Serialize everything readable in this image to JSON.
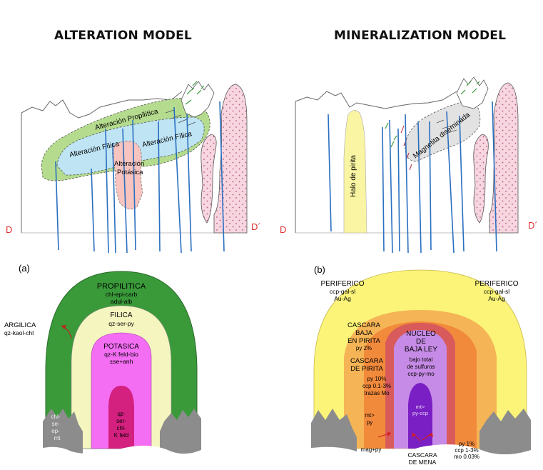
{
  "titles": {
    "left": "ALTERATION MODEL",
    "right": "MINERALIZATION MODEL"
  },
  "colors": {
    "propilitica": "#b5dc8e",
    "filica_cross": "#bfe5f5",
    "potasica_cross": "#f7c4bf",
    "intrusive": "#f7d6e0",
    "pyrite_halo": "#f9f5a3",
    "magnetite": "#e2e2e2",
    "drill": "#2a6fc0",
    "section_label": "#e03030",
    "green_zone": "#3a9a3a",
    "filica_zone": "#f5f5c0",
    "potasica_zone": "#f46ef4",
    "core_zone": "#d4207f",
    "gray_rock": "#8c8c8c",
    "periferico": "#fbf479",
    "cascara": "#f5b556",
    "cascara_pirita": "#f28a3c",
    "nucleo": "#c68be6",
    "nucleo_core": "#7a1fc4"
  },
  "sections": {
    "left": {
      "start": "D",
      "end": "D´",
      "labels": {
        "propilitica": "Alteración Propilítica",
        "filica_left": "Alteración Fílica",
        "filica_right": "Alteración Fílica",
        "potasica_1": "Alteración",
        "potasica_2": "Potásica"
      }
    },
    "right": {
      "start": "D",
      "end": "D´",
      "labels": {
        "halo": "Halo de pirita",
        "magnetita": "Magnetita diseminada"
      }
    }
  },
  "model_a": {
    "tag": "(a)",
    "propilitica": [
      "PROPILITICA",
      "chl-epi-carb",
      "adul-alb"
    ],
    "argilica": [
      "ARGILICA",
      "qz-kaol-chl"
    ],
    "filica": [
      "FILICA",
      "qz-ser-py"
    ],
    "potasica": [
      "POTASICA",
      "qz-K feld-bio",
      "±se+anh"
    ],
    "core": [
      "qz-",
      "ser-",
      "chl-",
      "K feld"
    ],
    "side": [
      "chl-",
      "se-",
      "ep-",
      "mt"
    ]
  },
  "model_b": {
    "tag": "(b)",
    "periferico_left": [
      "PERIFERICO",
      "ccp-gal-sl",
      "Au-Ag"
    ],
    "periferico_right": [
      "PERIFERICO",
      "ccp-gal-sl",
      "Au-Ag"
    ],
    "cascara_baja": [
      "CASCARA",
      "BAJA",
      "EN PIRITA",
      "py 2%"
    ],
    "cascara_pirita": [
      "CASCARA",
      "DE PIRITA"
    ],
    "cascara_pirita_values": [
      "py 10%",
      "ccp 0.1-3%",
      "trazas Mo"
    ],
    "nucleo": [
      "NUCLEO",
      "DE",
      "BAJA LEY"
    ],
    "nucleo_values": [
      "bajo total",
      "de sulfuros",
      "ccp-py-mo"
    ],
    "mt_py": [
      "mt>",
      "py"
    ],
    "inner_core": [
      "mt>",
      "py-ccp"
    ],
    "right_values": [
      "py 1%",
      "ccp 1-3%",
      "mo 0.03%"
    ],
    "mag_py": "mag+py",
    "cascara_mena": [
      "CASCARA",
      "DE MENA"
    ]
  }
}
